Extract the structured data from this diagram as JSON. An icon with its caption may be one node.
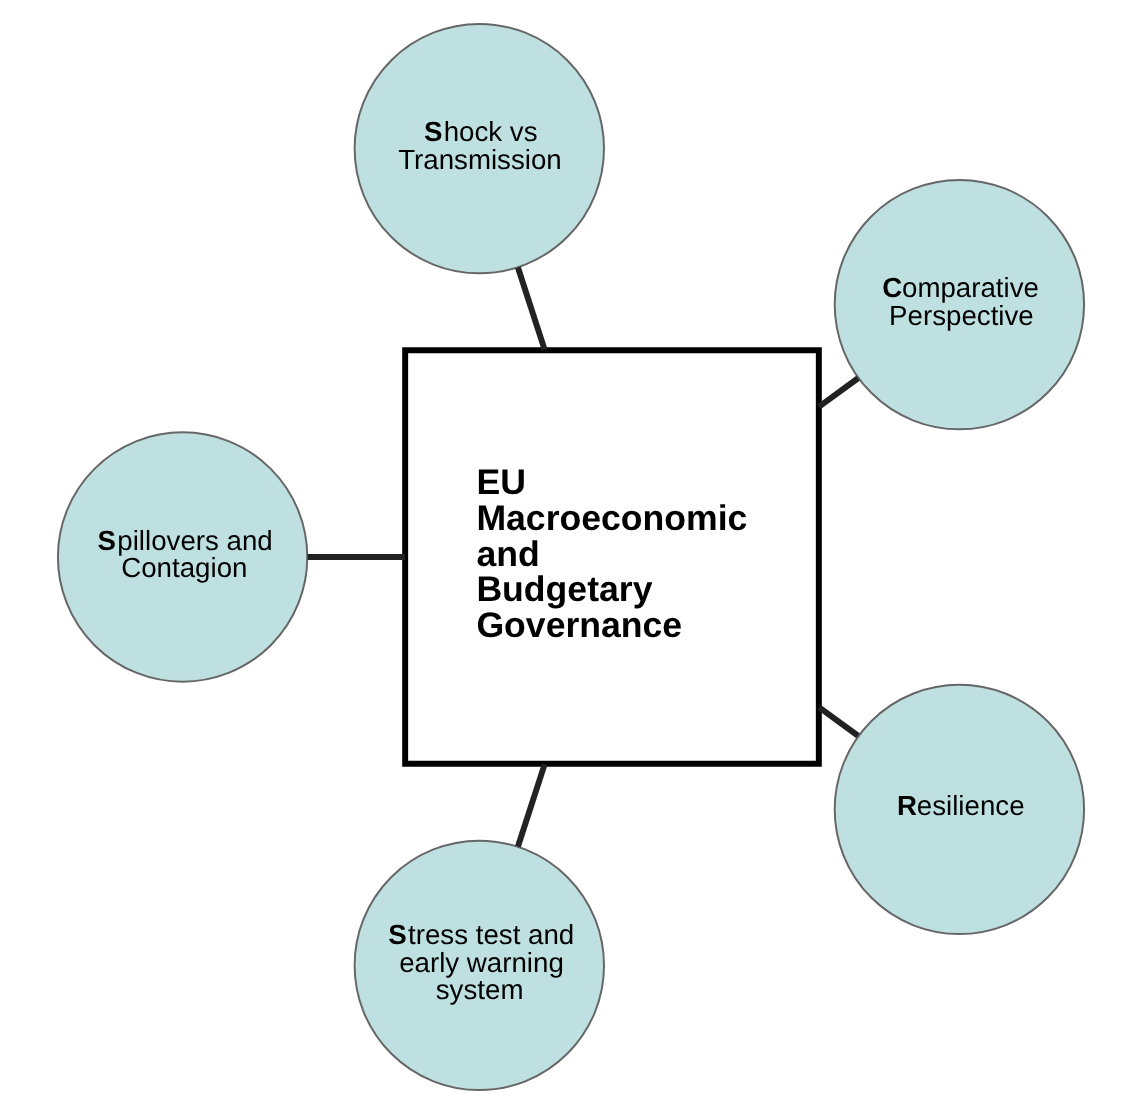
{
  "diagram": {
    "nodes": [
      {
        "text": [
          "**C**omparative Perspective"
        ]
      },
      {
        "text": [
          "**S**hock vs Transmission"
        ]
      },
      {
        "text": [
          "EU Macroeconomic and Budgetary Governance"
        ]
      },
      {
        "text": [
          "**S**pillovers and Contagion"
        ]
      },
      {
        "text": [
          "**S**tress test and early warning system"
        ]
      },
      {
        "text": [
          "**R**esilience"
        ]
      }
    ],
    "edges": [
      {
        "from": 2,
        "to": 0,
        "arrow": "none"
      },
      {
        "from": 2,
        "to": 3,
        "arrow": "none"
      },
      {
        "from": 2,
        "to": 5,
        "arrow": "none"
      },
      {
        "from": 2,
        "to": 4,
        "arrow": "none"
      },
      {
        "from": 2,
        "to": 1,
        "arrow": "none"
      }
    ]
  }
}
